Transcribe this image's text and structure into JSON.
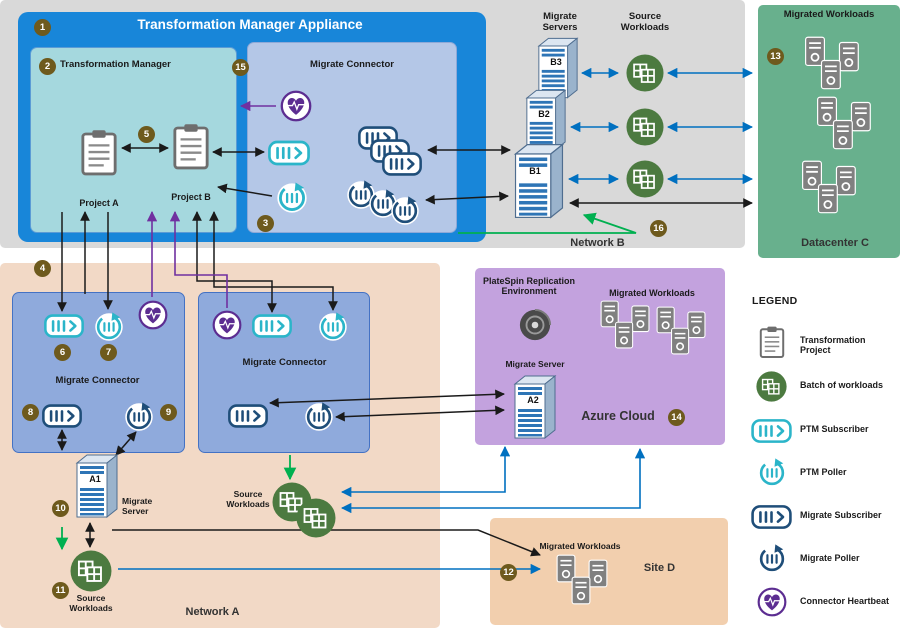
{
  "colors": {
    "appliance_blue": "#1886d9",
    "tm_teal": "#a5d8de",
    "connector_light": "#b4c7e7",
    "connector_medium": "#8faadc",
    "network_b_gray": "#d9d9d9",
    "network_a_peach": "#f2d9c6",
    "azure_purple": "#c3a2de",
    "site_d_peach": "#f2cfae",
    "datacenter_green": "#68b08d",
    "arrow_black": "#1a1a1a",
    "arrow_blue": "#0070c0",
    "arrow_green": "#00b050",
    "arrow_purple": "#7030a0",
    "badge_brown": "#6e5a1d",
    "ptm_teal": "#2bb5c9",
    "migrate_navy": "#1f4e79",
    "heartbeat_purple": "#5c2d91",
    "batch_green": "#4c7a40"
  },
  "appliance": {
    "title": "Transformation Manager Appliance",
    "tm_title": "Transformation Manager",
    "project_a": "Project A",
    "project_b": "Project B",
    "connector_title": "Migrate Connector"
  },
  "network_b": {
    "label": "Network B",
    "migrate_servers_heading": "Migrate Servers",
    "source_workloads_heading": "Source Workloads",
    "servers": [
      "B3",
      "B2",
      "B1"
    ]
  },
  "datacenter_c": {
    "heading": "Migrated Workloads",
    "label": "Datacenter C"
  },
  "network_a": {
    "label": "Network A",
    "connector_left_title": "Migrate Connector",
    "connector_right_title": "Migrate Connector",
    "server_label": "A1",
    "server_caption": "Migrate Server",
    "source_workloads_label": "Source Workloads"
  },
  "midfield": {
    "source_workloads_label": "Source Workloads"
  },
  "azure": {
    "replication_heading": "PlateSpin Replication Environment",
    "migrated_heading": "Migrated Workloads",
    "server_caption": "Migrate Server",
    "server_label": "A2",
    "label": "Azure Cloud"
  },
  "site_d": {
    "migrated_heading": "Migrated Workloads",
    "label": "Site D"
  },
  "legend": {
    "title": "LEGEND",
    "items": [
      {
        "icon": "transformation-project-icon",
        "label": "Transformation Project"
      },
      {
        "icon": "batch-of-workloads-icon",
        "label": "Batch of workloads"
      },
      {
        "icon": "ptm-subscriber-icon",
        "label": "PTM Subscriber"
      },
      {
        "icon": "ptm-poller-icon",
        "label": "PTM Poller"
      },
      {
        "icon": "migrate-subscriber-icon",
        "label": "Migrate Subscriber"
      },
      {
        "icon": "migrate-poller-icon",
        "label": "Migrate Poller"
      },
      {
        "icon": "connector-heartbeat-icon",
        "label": "Connector Heartbeat"
      }
    ]
  },
  "badges": [
    "1",
    "2",
    "3",
    "4",
    "5",
    "6",
    "7",
    "8",
    "9",
    "10",
    "11",
    "12",
    "13",
    "14",
    "15",
    "16"
  ]
}
